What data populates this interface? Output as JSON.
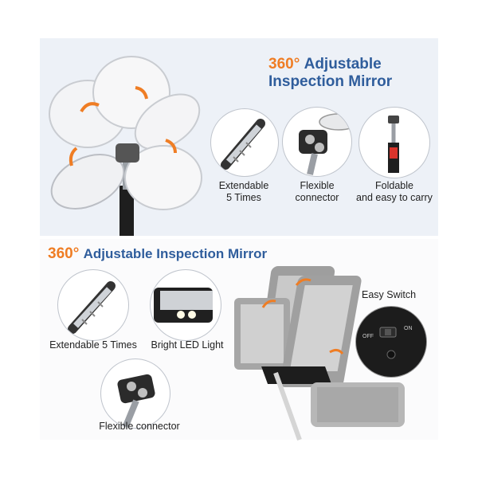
{
  "top": {
    "title_accent": "360°",
    "title_line1": "Adjustable",
    "title_line2": "Inspection Mirror",
    "features": [
      {
        "label": "Extendable\n5 Times",
        "icon": "telescoping-rod-icon"
      },
      {
        "label": "Flexible\nconnector",
        "icon": "connector-icon"
      },
      {
        "label": "Foldable\nand easy to carry",
        "icon": "folded-rod-icon"
      }
    ]
  },
  "bottom": {
    "title_accent": "360°",
    "title_rest": "Adjustable Inspection Mirror",
    "features": [
      {
        "label": "Extendable 5 Times",
        "icon": "telescoping-rod-icon"
      },
      {
        "label": "Bright LED Light",
        "icon": "led-light-icon"
      },
      {
        "label": "Flexible connector",
        "icon": "connector-icon"
      }
    ],
    "switch_label": "Easy Switch",
    "switch_off": "OFF",
    "switch_on": "ON"
  },
  "colors": {
    "accent": "#ef7d24",
    "title_blue": "#2f5d9c",
    "top_bg": "#edf1f7"
  }
}
